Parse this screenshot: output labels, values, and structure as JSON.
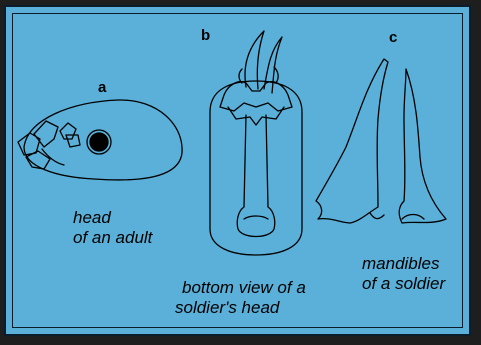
{
  "figures": {
    "a": {
      "letter": "a",
      "caption_lines": [
        "head",
        "of an adult"
      ]
    },
    "b": {
      "letter": "b",
      "caption_lines": [
        "bottom view of a",
        "soldier's head"
      ]
    },
    "c": {
      "letter": "c",
      "caption_lines": [
        "mandibles",
        "of a soldier"
      ]
    }
  },
  "colors": {
    "background": "#5ab0d8",
    "ink": "#000000",
    "frame": "#1e1e1e"
  }
}
